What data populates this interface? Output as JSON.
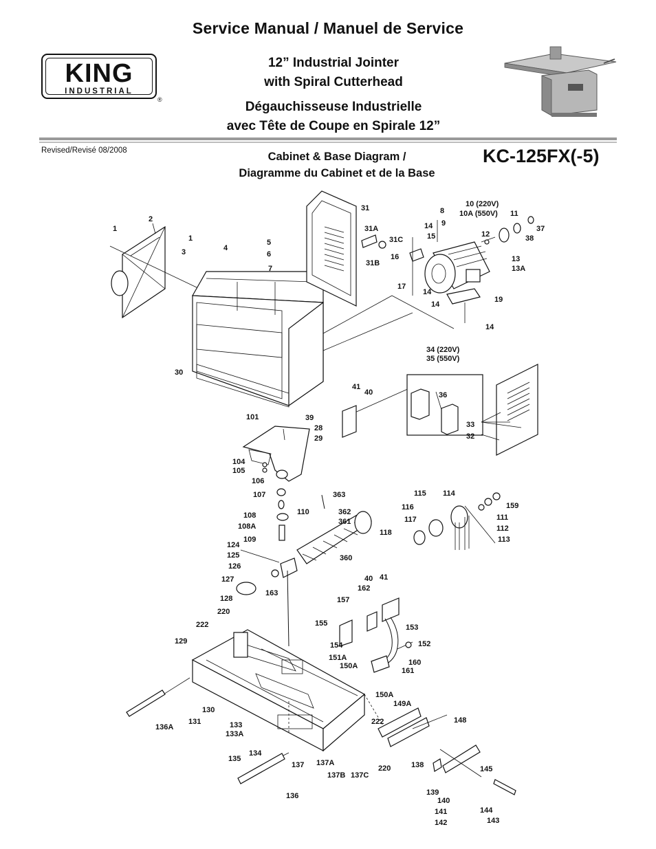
{
  "header": {
    "title": "Service Manual / Manuel de Service",
    "product_en_line1": "12” Industrial Jointer",
    "product_en_line2": "with Spiral Cutterhead",
    "product_fr_line1": "Dégauchisseuse Industrielle",
    "product_fr_line2": "avec Tête de Coupe en Spirale 12”",
    "revised": "Revised/Revisé 08/2008",
    "subtitle_line1": "Cabinet & Base Diagram /",
    "subtitle_line2": "Diagramme du Cabinet et de la Base",
    "model": "KC-125FX(-5)"
  },
  "logo": {
    "brand_big": "KING",
    "brand_small": "INDUSTRIAL",
    "registered": "®"
  },
  "parts": {
    "p1a": "1",
    "p2": "2",
    "p1b": "1",
    "p3": "3",
    "p4": "4",
    "p5": "5",
    "p6": "6",
    "p7": "7",
    "p30": "30",
    "p31": "31",
    "p31a": "31A",
    "p31b": "31B",
    "p31c": "31C",
    "p8": "8",
    "p9": "9",
    "p10": "10 (220V)",
    "p10a": "10A (550V)",
    "p11": "11",
    "p37": "37",
    "p12": "12",
    "p38": "38",
    "p13": "13",
    "p13a": "13A",
    "p14a": "14",
    "p15": "15",
    "p16": "16",
    "p17": "17",
    "p14b": "14",
    "p14c": "14",
    "p14d": "14",
    "p19": "19",
    "p34": "34 (220V)",
    "p35": "35 (550V)",
    "p36": "36",
    "p33": "33",
    "p32": "32",
    "p41a": "41",
    "p40a": "40",
    "p39": "39",
    "p28": "28",
    "p29": "29",
    "p101": "101",
    "p104": "104",
    "p105": "105",
    "p106": "106",
    "p107": "107",
    "p108": "108",
    "p108a": "108A",
    "p110": "110",
    "p109": "109",
    "p363": "363",
    "p362": "362",
    "p361": "361",
    "p118": "118",
    "p360": "360",
    "p115": "115",
    "p116": "116",
    "p117": "117",
    "p114": "114",
    "p159": "159",
    "p111": "111",
    "p112": "112",
    "p113": "113",
    "p124": "124",
    "p125": "125",
    "p126": "126",
    "p127": "127",
    "p128": "128",
    "p163": "163",
    "p40b": "40",
    "p41b": "41",
    "p162": "162",
    "p157": "157",
    "p155": "155",
    "p154": "154",
    "p153": "153",
    "p152": "152",
    "p151a": "151A",
    "p150a_a": "150A",
    "p160": "160",
    "p161": "161",
    "p220a": "220",
    "p222a": "222",
    "p129": "129",
    "p150a_b": "150A",
    "p149a": "149A",
    "p148": "148",
    "p222b": "222",
    "p130": "130",
    "p131": "131",
    "p136a": "136A",
    "p133": "133",
    "p133a": "133A",
    "p134": "134",
    "p135": "135",
    "p136": "136",
    "p137": "137",
    "p137a": "137A",
    "p137b": "137B",
    "p137c": "137C",
    "p220b": "220",
    "p138": "138",
    "p145": "145",
    "p139": "139",
    "p140": "140",
    "p141": "141",
    "p142": "142",
    "p144": "144",
    "p143": "143"
  }
}
